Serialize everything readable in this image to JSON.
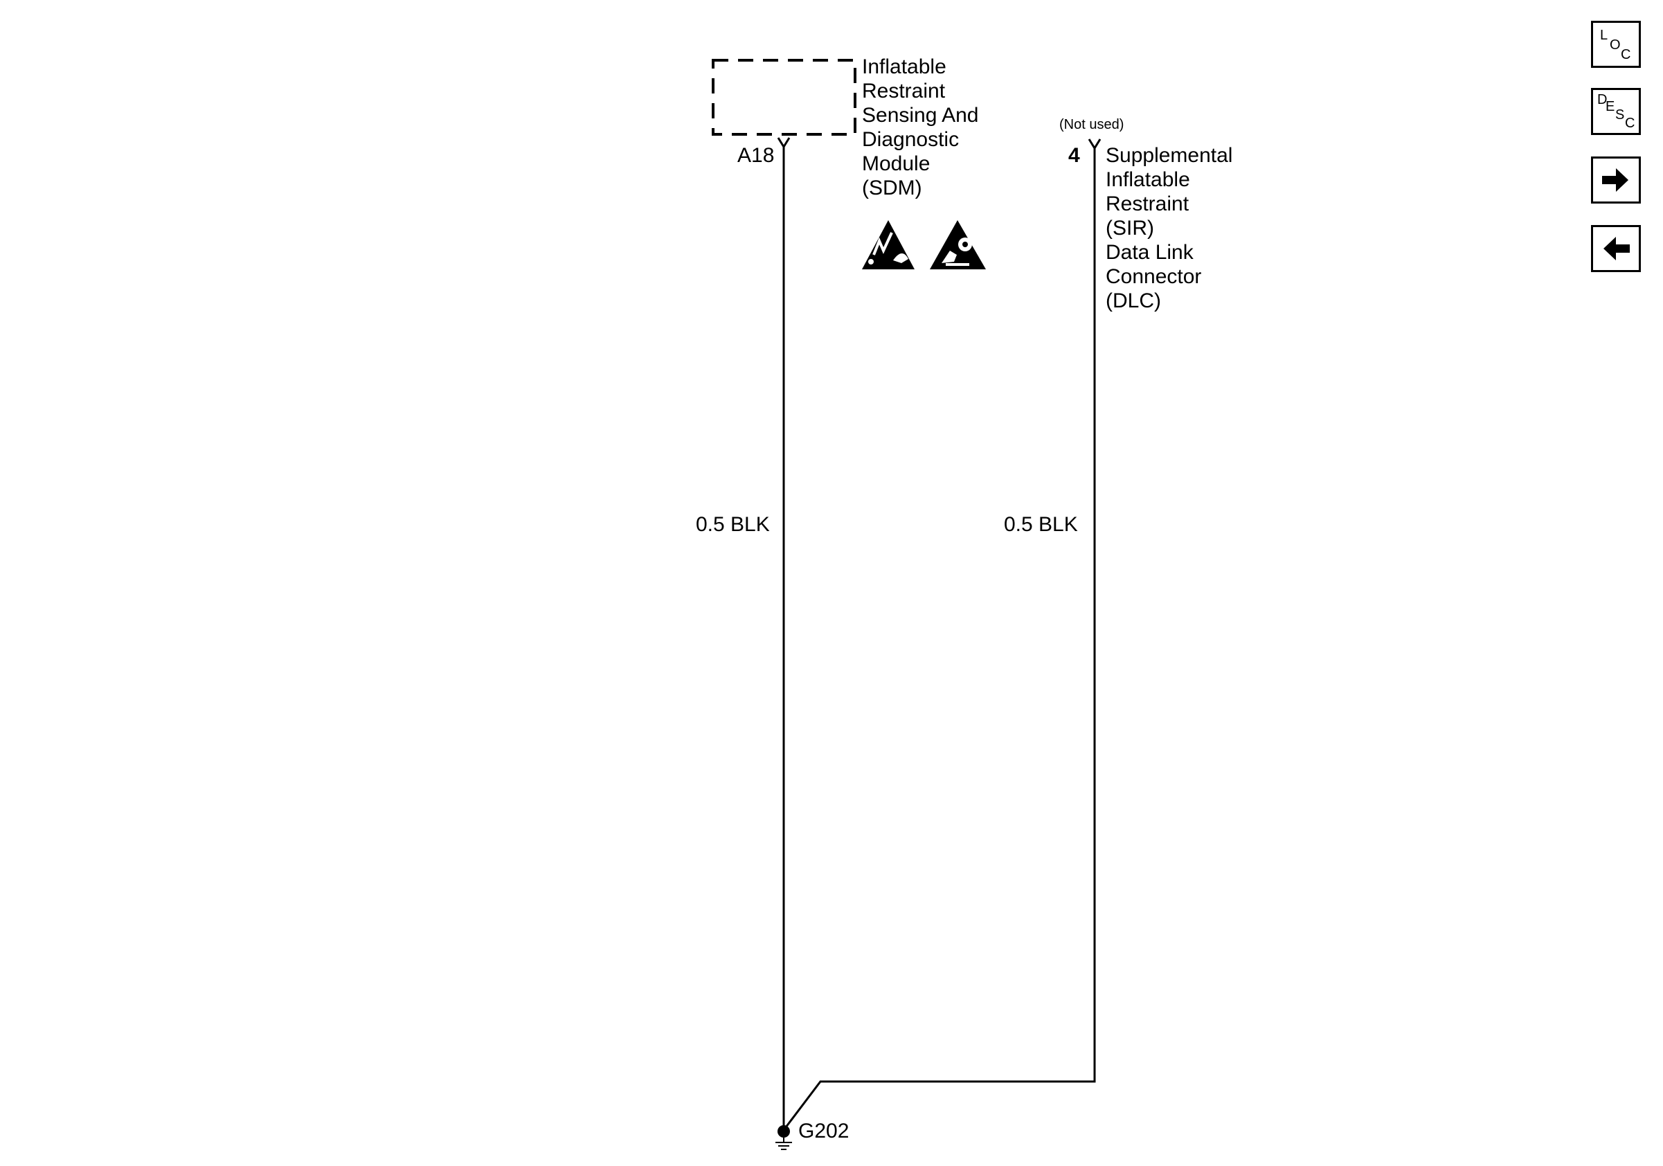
{
  "sdm": {
    "label_lines": [
      "Inflatable",
      "Restraint",
      "Sensing And",
      "Diagnostic",
      "Module",
      "(SDM)"
    ],
    "terminal": "A18"
  },
  "dlc": {
    "note": "(Not used)",
    "terminal": "4",
    "label_lines": [
      "Supplemental",
      "Inflatable",
      "Restraint",
      "(SIR)",
      "Data Link",
      "Connector",
      "(DLC)"
    ]
  },
  "wires": {
    "left_label": "0.5 BLK",
    "right_label": "0.5 BLK"
  },
  "ground": {
    "label": "G202"
  },
  "icons": [
    "esd-warning-icon",
    "airbag-warning-icon"
  ],
  "nav": {
    "loc": [
      "L",
      "O",
      "C"
    ],
    "desc": [
      "D",
      "E",
      "S",
      "C"
    ],
    "next": "arrow-right-icon",
    "prev": "arrow-left-icon"
  }
}
